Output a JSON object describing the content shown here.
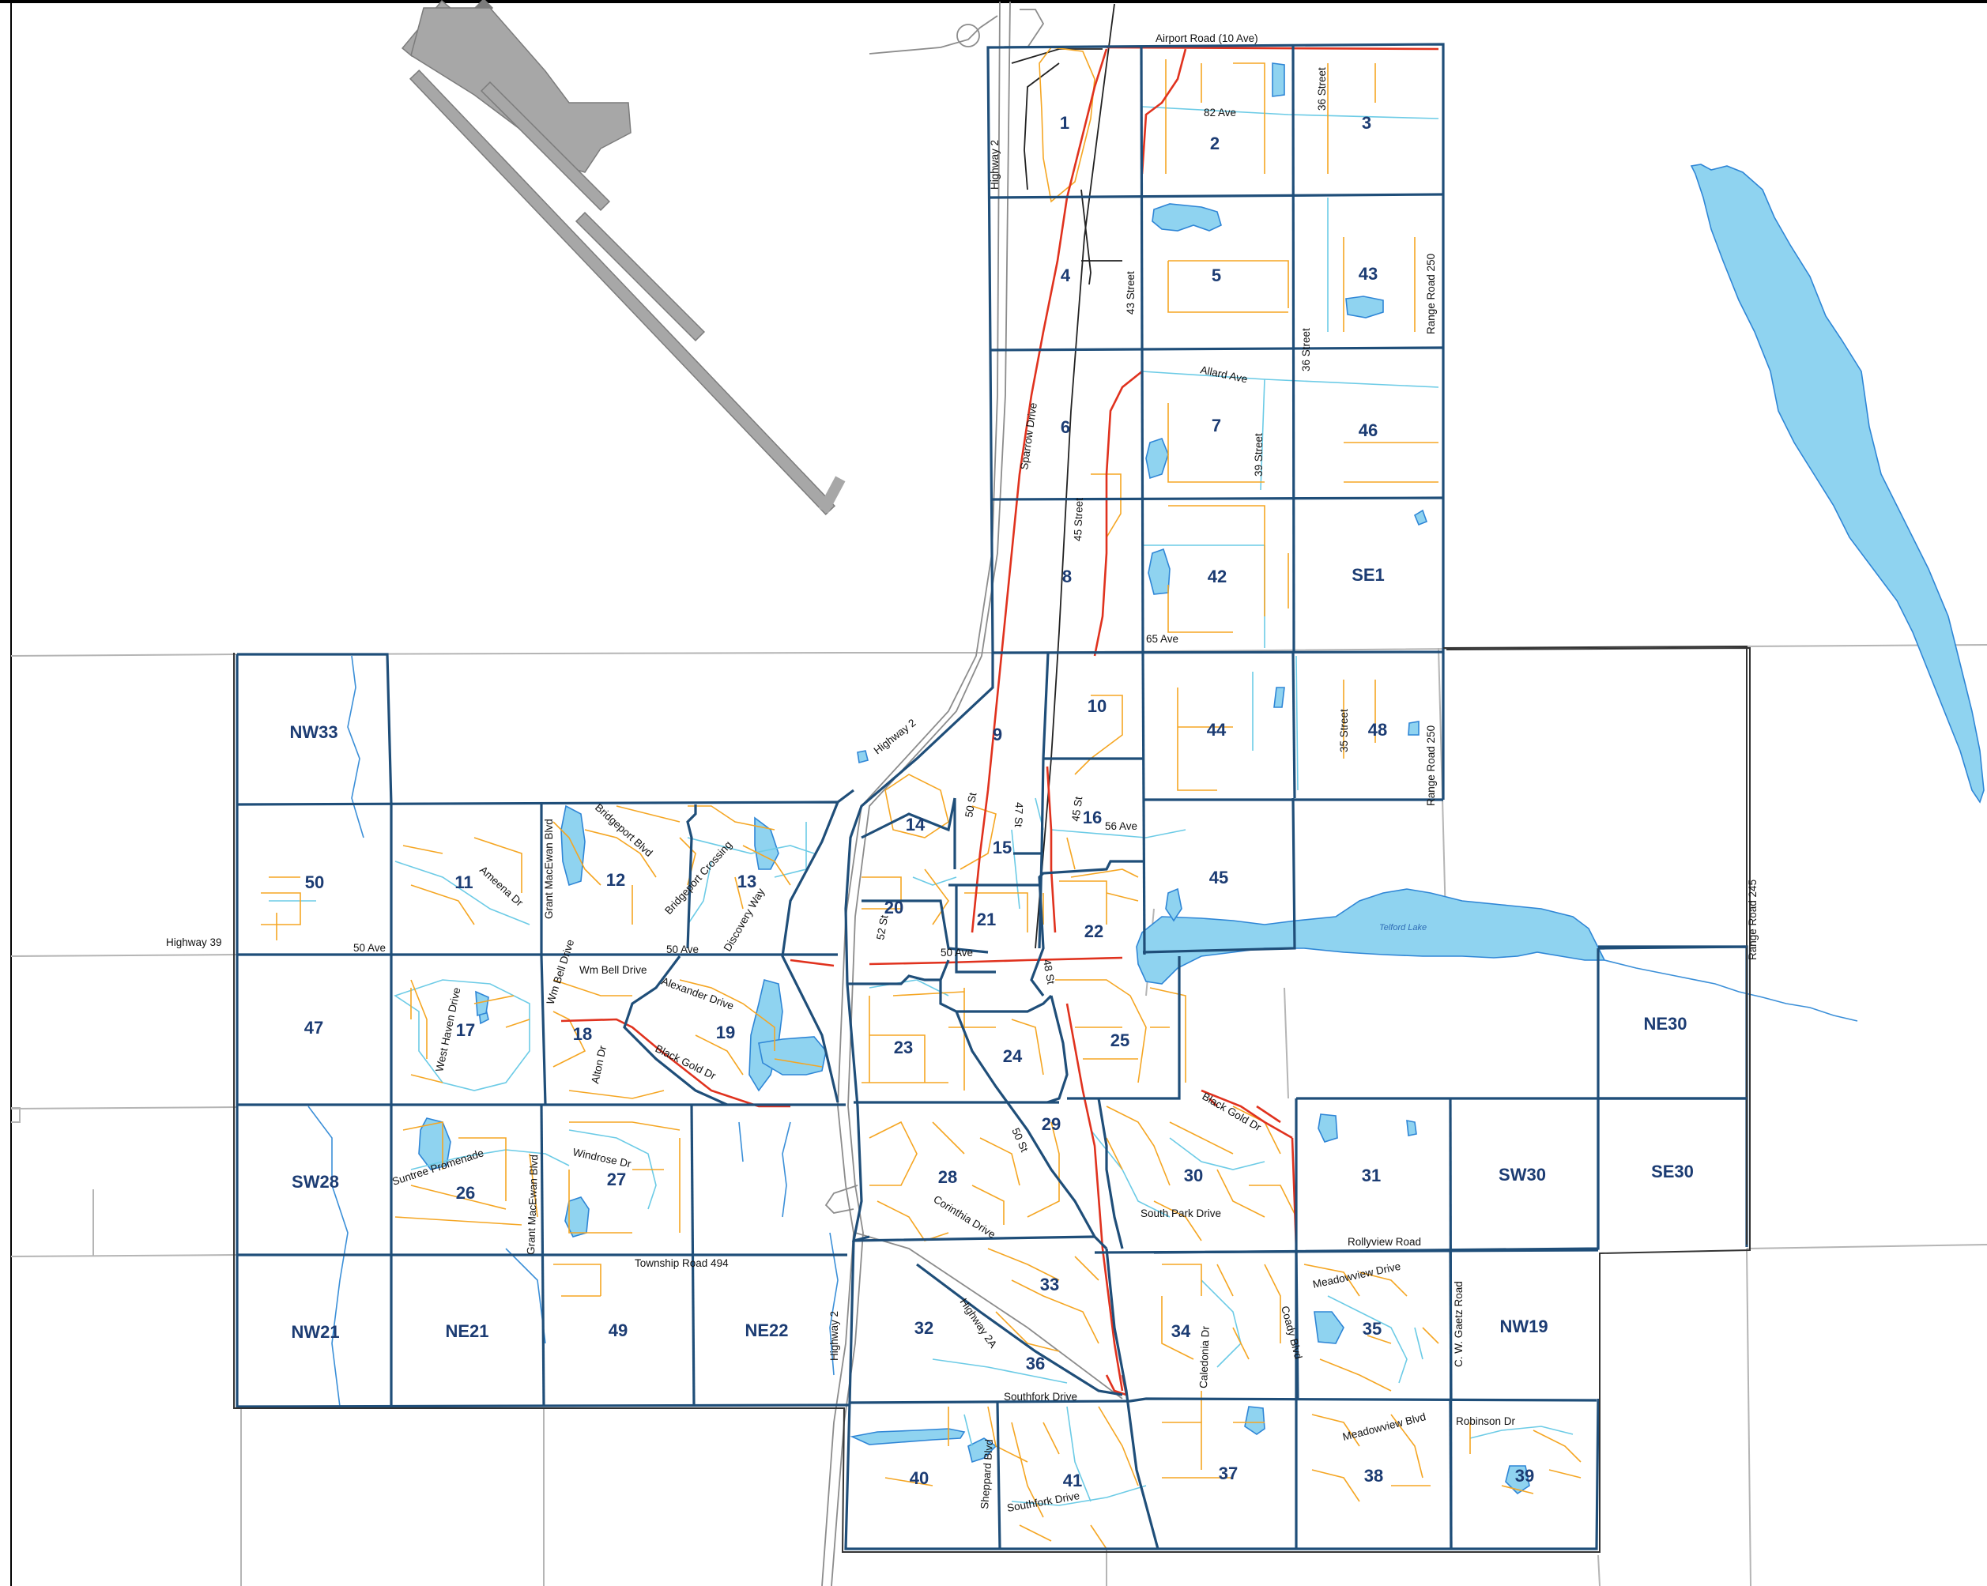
{
  "map": {
    "colors": {
      "zone_border": "#1f4e79",
      "zone_label": "#1c3c73",
      "arterial_road": "#e0321e",
      "local_street": "#f5a623",
      "collector_street": "#6ccbe6",
      "water_fill": "#8fd3f0",
      "water_outline": "#2f86d6",
      "airport": "#a7a7a7"
    },
    "zones": [
      "1",
      "2",
      "3",
      "4",
      "5",
      "43",
      "6",
      "7",
      "46",
      "8",
      "42",
      "SE1",
      "9",
      "10",
      "44",
      "48",
      "NW33",
      "14",
      "15",
      "16",
      "45",
      "50",
      "11",
      "12",
      "13",
      "20",
      "21",
      "22",
      "47",
      "17",
      "18",
      "19",
      "23",
      "24",
      "25",
      "NE30",
      "SW28",
      "26",
      "27",
      "28",
      "29",
      "30",
      "31",
      "SW30",
      "SE30",
      "33",
      "32",
      "34",
      "35",
      "NW19",
      "36",
      "NW21",
      "NE21",
      "49",
      "NE22",
      "40",
      "41",
      "37",
      "38",
      "39"
    ],
    "roads": {
      "airport_road": "Airport Road (10 Ave)",
      "ave82": "82 Ave",
      "st36a": "36 Street",
      "st36b": "36 Street",
      "hwy2_north": "Highway 2",
      "st43": "43 Street",
      "rr250a": "Range Road 250",
      "allard": "Allard Ave",
      "sparrow": "Sparrow Drive",
      "st39": "39 Street",
      "st45": "45 Street",
      "ave65": "65 Ave",
      "hwy2_mid": "Highway 2",
      "st35": "35 Street",
      "rr250b": "Range Road 250",
      "st50a": "50 St",
      "st47": "47 St",
      "st45b": "45 St",
      "ave56": "56 Ave",
      "rr245": "Range Road 245",
      "ameena": "Ameena Dr",
      "grant_n": "Grant MacEwan Blvd",
      "bridgeport_blvd": "Bridgeport Blvd",
      "bridgeport_crossing": "Bridgeport Crossing",
      "discovery": "Discovery Way",
      "st52": "52 St",
      "hwy39": "Highway 39",
      "ave50w": "50 Ave",
      "ave50c": "50 Ave",
      "ave50e": "50 Ave",
      "st48": "48 St",
      "wmbell": "Wm Bell Drive",
      "westhaven": "West Haven Drive",
      "alexander": "Alexander Drive",
      "alton": "Alton Dr",
      "blackgold1": "Black Gold Dr",
      "blackgold2": "Black Gold Dr",
      "suntree": "Suntree Promenade",
      "grant_s": "Grant MacEwan Blvd",
      "windrose": "Windrose Dr",
      "st50b": "50 St",
      "corinthia": "Corinthia Drive",
      "southpark": "South Park Drive",
      "rollyview": "Rollyview Road",
      "twp494": "Township Road 494",
      "hwy2_south": "Highway 2",
      "hwy2a": "Highway 2A",
      "caledonia": "Caledonia Dr",
      "coady": "Coady Blvd",
      "meadowview_dr": "Meadowview Drive",
      "cwgaetz": "C. W. Gaetz Road",
      "southfork_dr": "Southfork Drive",
      "sheppard": "Sheppard Blvd",
      "southfork_drive2": "Southfork Drive",
      "meadowview_blvd": "Meadowview Blvd",
      "robinson": "Robinson Dr"
    },
    "water_labels": {
      "telford": "Telford Lake"
    }
  }
}
